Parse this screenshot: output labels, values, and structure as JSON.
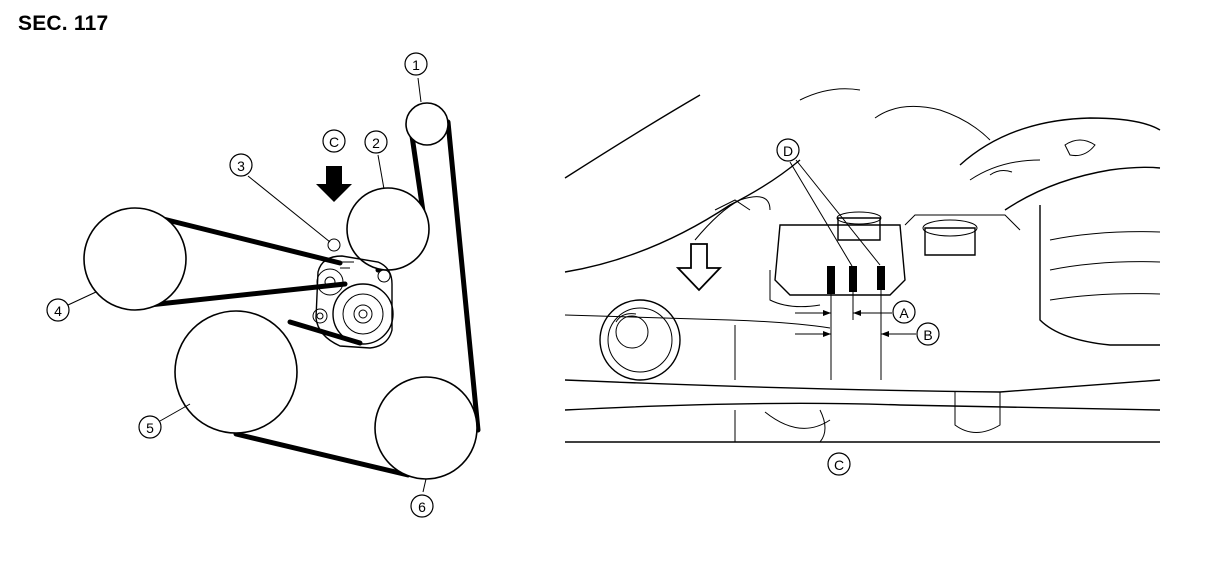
{
  "section_title": "SEC. 117",
  "callouts": {
    "c1": "1",
    "c2": "2",
    "c3": "3",
    "c4": "4",
    "c5": "5",
    "c6": "6",
    "view_c_left": "C",
    "d": "D",
    "a": "A",
    "b": "B",
    "view_c_right": "C"
  },
  "icons": {
    "view_arrow_solid": "solid-down-arrow-icon",
    "view_arrow_outline": "outline-down-arrow-icon"
  }
}
